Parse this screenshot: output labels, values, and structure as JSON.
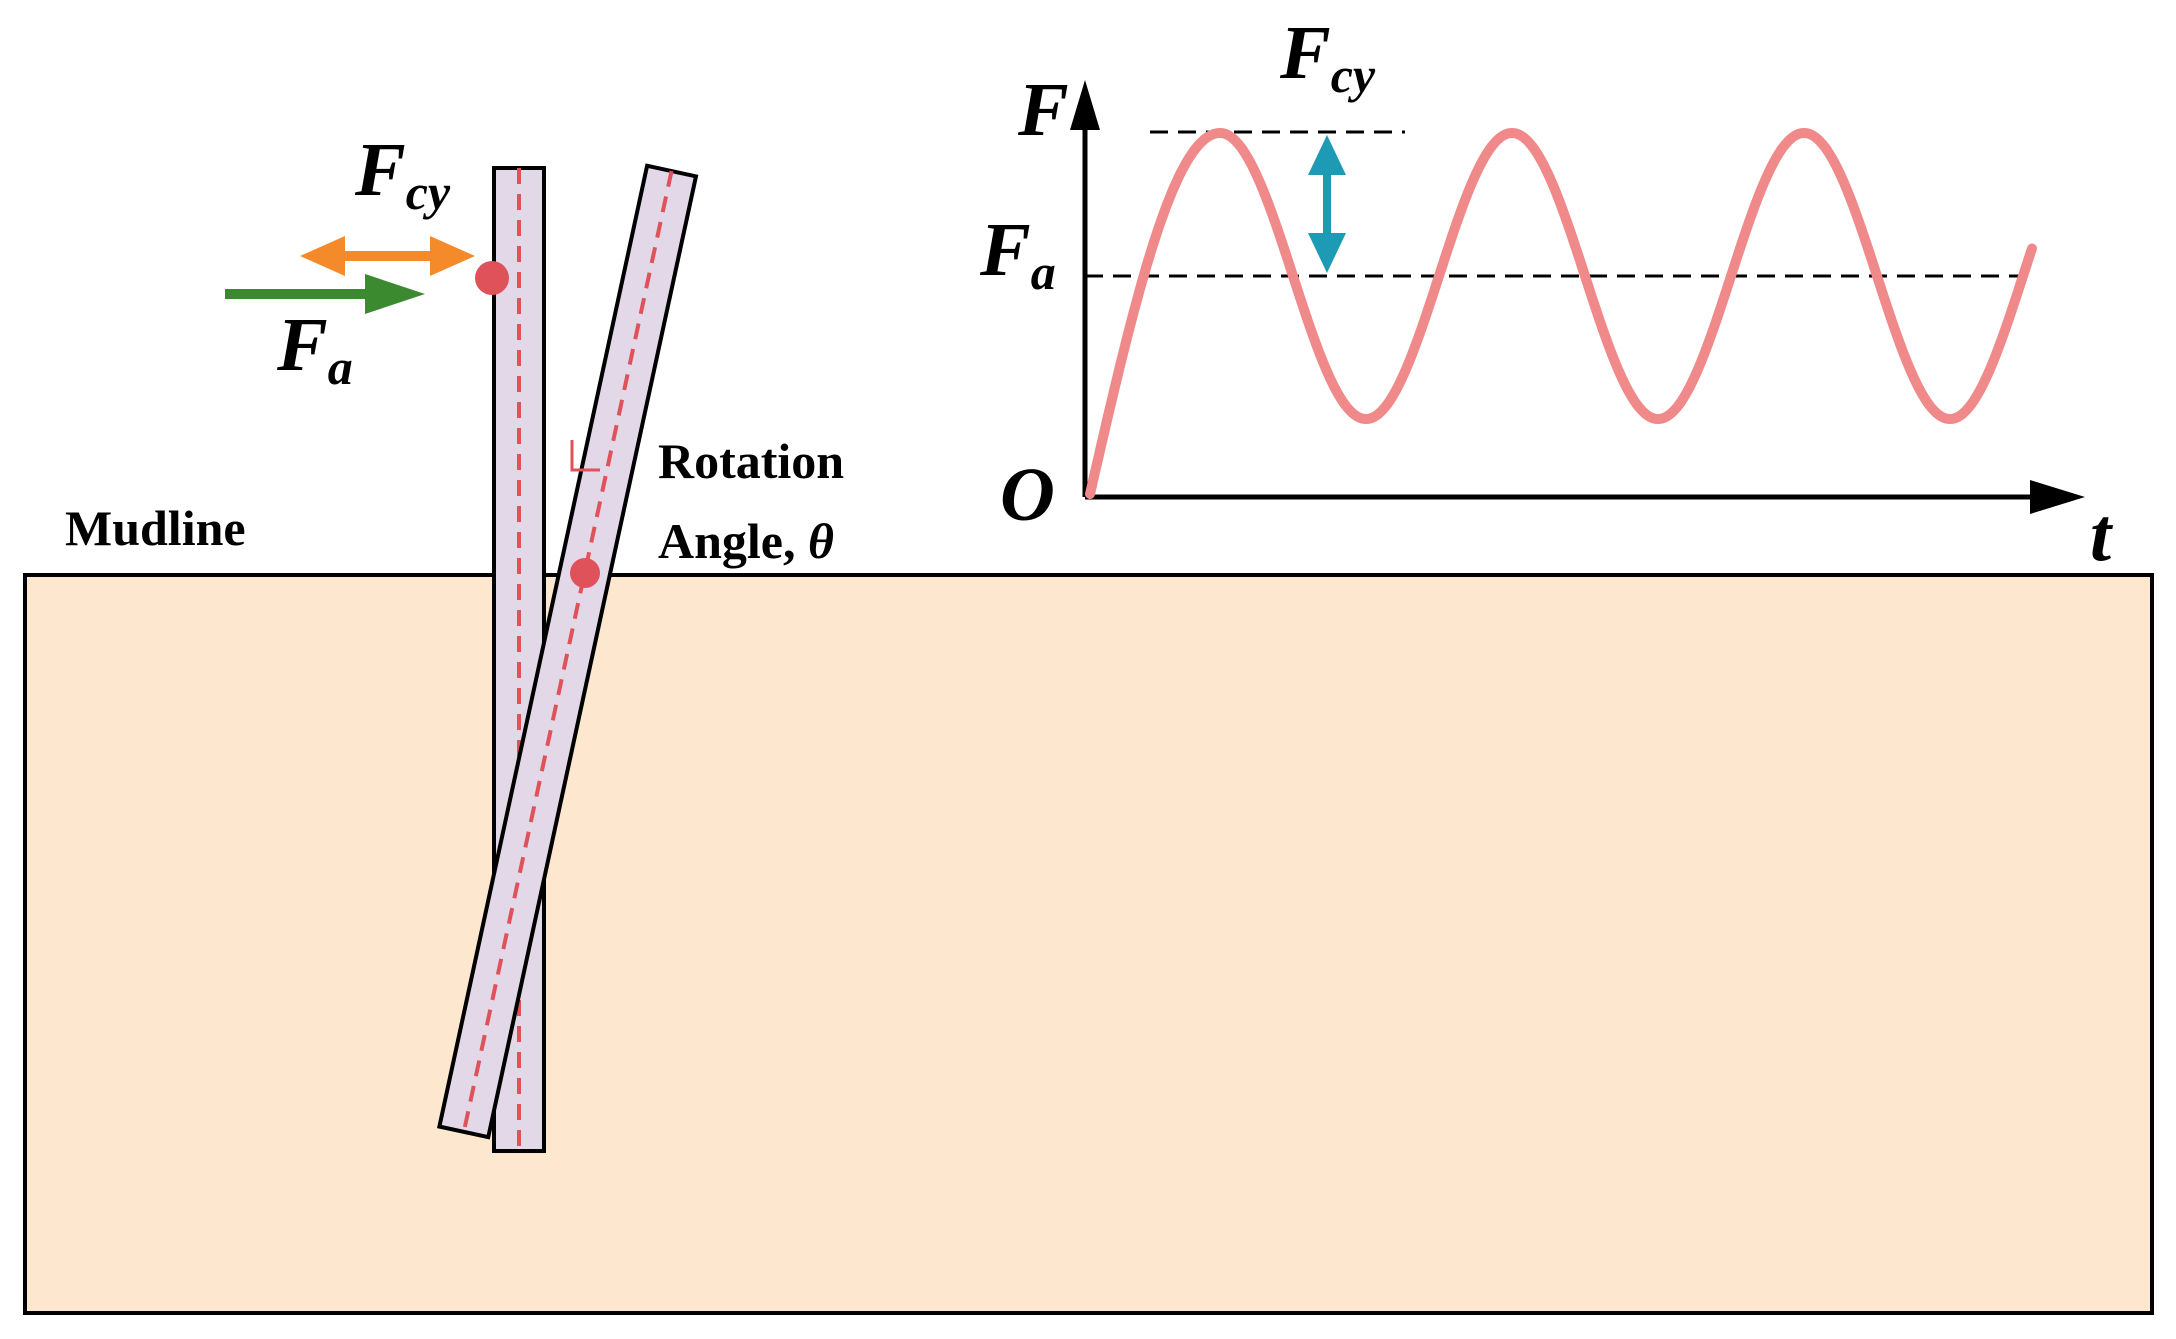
{
  "labels": {
    "mudline": "Mudline",
    "rotation_line1": "Rotation",
    "rotation_line2": "Angle, ",
    "theta": "θ",
    "F_main": "F",
    "Fcy_sub": "cy",
    "Fa_sub": "a",
    "axis_F": "F",
    "axis_t": "t",
    "origin": "O"
  },
  "colors": {
    "soil": "#FDE7CE",
    "pile_fill": "#E3D8E8",
    "pile_outline": "#000000",
    "centerline": "#E0525A",
    "marker": "#E0525A",
    "cyclic_arrow": "#F58A2A",
    "average_arrow": "#3B8A2F",
    "amplitude_arrow": "#1D9BB5",
    "wave": "#F08A8A",
    "axis": "#000000",
    "dashed_ref": "#000000"
  },
  "icons": {
    "cyclic_force_arrow": "double-headed-arrow-icon",
    "average_force_arrow": "right-arrow-icon",
    "amplitude_arrow": "double-headed-vertical-arrow-icon"
  }
}
